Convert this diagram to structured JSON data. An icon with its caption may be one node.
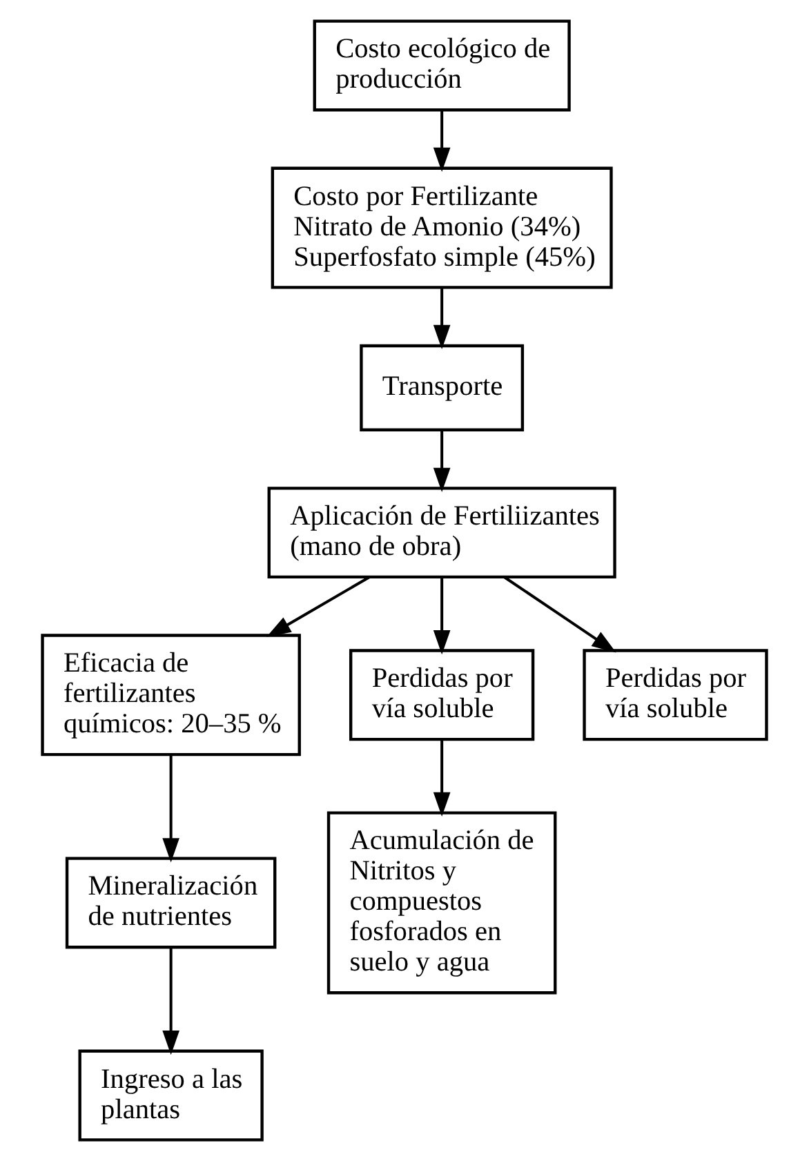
{
  "diagram": {
    "nodes": [
      {
        "text": [
          "Costo ecológico de producción"
        ]
      },
      {
        "text": [
          "Costo por Fertilizante",
          "Nitrato de Amonio (34%)",
          "Superfosfato simple (45%)"
        ]
      },
      {
        "text": [
          "Transporte"
        ]
      },
      {
        "text": [
          "Aplicación de Fertiliizantes (mano de obra)"
        ]
      },
      {
        "text": [
          "Eficacia de fertilizantes químicos: 20–35 %"
        ]
      },
      {
        "text": [
          "Perdidas por vía soluble"
        ]
      },
      {
        "text": [
          "Perdidas por vía soluble"
        ]
      },
      {
        "text": [
          "Mineralización de nutrientes"
        ]
      },
      {
        "text": [
          "Acumulación de Nitritos y compuestos fosforados en suelo y agua"
        ]
      },
      {
        "text": [
          "Ingreso a las plantas"
        ]
      }
    ],
    "edges": [
      {
        "from": 0,
        "to": 1,
        "arrow": "to"
      },
      {
        "from": 1,
        "to": 2,
        "arrow": "to"
      },
      {
        "from": 2,
        "to": 3,
        "arrow": "to"
      },
      {
        "from": 3,
        "to": 4,
        "arrow": "to"
      },
      {
        "from": 3,
        "to": 5,
        "arrow": "to"
      },
      {
        "from": 3,
        "to": 6,
        "arrow": "to"
      },
      {
        "from": 4,
        "to": 7,
        "arrow": "to"
      },
      {
        "from": 5,
        "to": 8,
        "arrow": "to"
      },
      {
        "from": 7,
        "to": 9,
        "arrow": "to"
      }
    ]
  }
}
